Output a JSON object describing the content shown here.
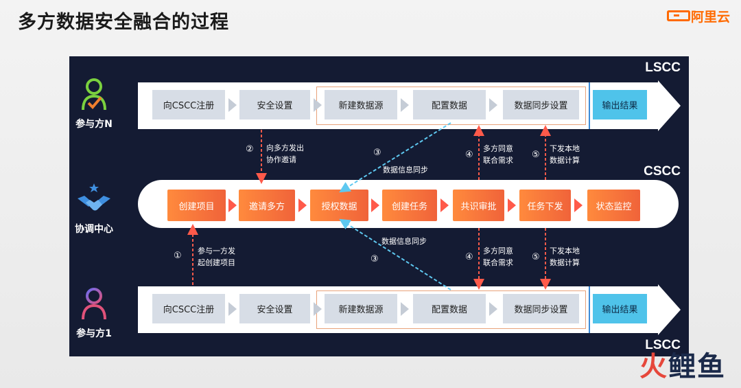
{
  "title": "多方数据安全融合的过程",
  "logo": {
    "text": "阿里云",
    "icon": "alibaba-cloud-icon",
    "color": "#ff6a00"
  },
  "labels": {
    "lscc_top": "LSCC",
    "cscc": "CSCC",
    "lscc_bottom": "LSCC"
  },
  "actors": {
    "party_n": {
      "name": "参与方N",
      "icon": "user-check-icon",
      "color": "#7bd13f"
    },
    "coordinator": {
      "name": "协调中心",
      "icon": "handshake-icon",
      "color": "#3f8fe0"
    },
    "party_1": {
      "name": "参与方1",
      "icon": "user-icon",
      "color": "#e0527a"
    }
  },
  "lane_n": {
    "steps": [
      "向CSCC注册",
      "安全设置",
      "新建数据源",
      "配置数据",
      "数据同步设置"
    ],
    "output": "输出结果"
  },
  "lane_center": {
    "steps": [
      "创建项目",
      "邀请多方",
      "授权数据",
      "创建任务",
      "共识审批",
      "任务下发",
      "状态监控"
    ]
  },
  "lane_1": {
    "steps": [
      "向CSCC注册",
      "安全设置",
      "新建数据源",
      "配置数据",
      "数据同步设置"
    ],
    "output": "输出结果"
  },
  "annotations": {
    "a1": {
      "num": "①",
      "line1": "参与一方发",
      "line2": "起创建项目"
    },
    "a2": {
      "num": "②",
      "line1": "向多方发出",
      "line2": "协作邀请"
    },
    "a3_top": {
      "num": "③",
      "text": "数据信息同步"
    },
    "a3_bottom": {
      "num": "③",
      "text": "数据信息同步"
    },
    "a4_top": {
      "num": "④",
      "line1": "多方同意",
      "line2": "联合需求"
    },
    "a4_bottom": {
      "num": "④",
      "line1": "多方同意",
      "line2": "联合需求"
    },
    "a5_top": {
      "num": "⑤",
      "line1": "下发本地",
      "line2": "数据计算"
    },
    "a5_bottom": {
      "num": "⑤",
      "line1": "下发本地",
      "line2": "数据计算"
    }
  },
  "colors": {
    "panel": "#141b33",
    "orange": "#f0633a",
    "blue": "#4fc3ea",
    "grey": "#d7dde6",
    "dashed_red": "#ff5a4a",
    "dashed_blue": "#5ec8f0"
  },
  "watermark": {
    "p1": "火",
    "p2": "鲤",
    "p3": "鱼"
  }
}
